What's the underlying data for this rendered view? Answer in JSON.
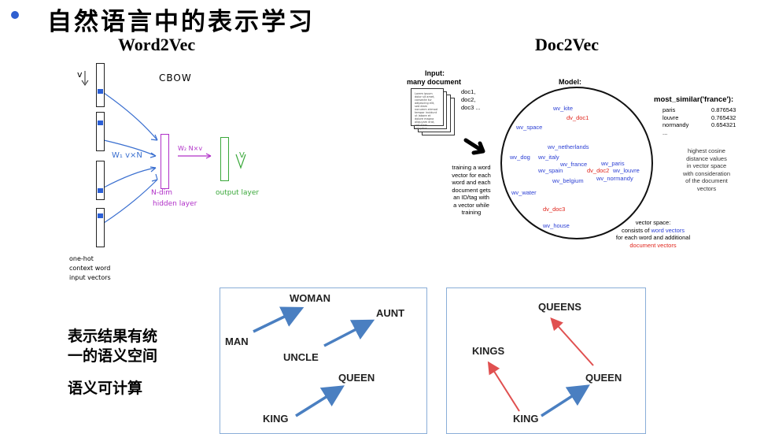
{
  "slide": {
    "title": "自然语言中的表示学习"
  },
  "word2vec": {
    "title": "Word2Vec",
    "cbow_label": "CBOW",
    "v_label": "v",
    "w1_label": "W₁ v×N",
    "w2_label": "W₂ N×v",
    "hidden_label": [
      "N-dim",
      "hidden layer"
    ],
    "output_label": "output layer",
    "out_v_label": "V",
    "input_label": [
      "one-hot",
      "context word",
      "input vectors"
    ]
  },
  "doc2vec": {
    "title": "Doc2Vec",
    "input_title": [
      "Input:",
      "many document"
    ],
    "docs_label": [
      "doc1,",
      "doc2,",
      "doc3 ..."
    ],
    "model_title": "Model:",
    "training_text": [
      "training a word",
      "vector for each",
      "word and each",
      "document gets",
      "an ID/tag with",
      "a vector while",
      "training"
    ],
    "circle_words": [
      {
        "text": "wv_kite",
        "color": "blue"
      },
      {
        "text": "dv_doc1",
        "color": "red"
      },
      {
        "text": "wv_space",
        "color": "blue"
      },
      {
        "text": "wv_netherlands",
        "color": "blue"
      },
      {
        "text": "wv_dog",
        "color": "blue"
      },
      {
        "text": "wv_italy",
        "color": "blue"
      },
      {
        "text": "wv_france",
        "color": "blue"
      },
      {
        "text": "wv_paris",
        "color": "blue"
      },
      {
        "text": "wv_spain",
        "color": "blue"
      },
      {
        "text": "dv_doc2",
        "color": "red"
      },
      {
        "text": "wv_louvre",
        "color": "blue"
      },
      {
        "text": "wv_belgium",
        "color": "blue"
      },
      {
        "text": "wv_normandy",
        "color": "blue"
      },
      {
        "text": "wv_water",
        "color": "blue"
      },
      {
        "text": "dv_doc3",
        "color": "red"
      },
      {
        "text": "wv_house",
        "color": "blue"
      }
    ],
    "most_similar_title": "most_similar('france'):",
    "most_similar": [
      {
        "word": "paris",
        "score": "0.876543"
      },
      {
        "word": "louvre",
        "score": "0.765432"
      },
      {
        "word": "normandy",
        "score": "0.654321"
      }
    ],
    "most_similar_more": "...",
    "cosine_note": [
      "highest cosine",
      "distance values",
      "in vector space",
      "with consideration",
      "of the document",
      "vectors"
    ],
    "vector_space_note": {
      "line1": "vector space:",
      "line2a": "consists of ",
      "line2b": "word vectors",
      "line3": "for each word and additional",
      "line4": "document vectors"
    }
  },
  "note": {
    "lines": [
      "表示结果有统",
      "一的语义空间",
      "语义可计算"
    ]
  },
  "analogy_left": {
    "words": [
      "MAN",
      "WOMAN",
      "UNCLE",
      "AUNT",
      "QUEEN",
      "KING"
    ],
    "arrow_color": "#4a7fc1"
  },
  "analogy_right": {
    "words": [
      "QUEENS",
      "KINGS",
      "QUEEN",
      "KING"
    ],
    "arrow_color_red": "#e05050",
    "arrow_color_blue": "#4a7fc1"
  }
}
